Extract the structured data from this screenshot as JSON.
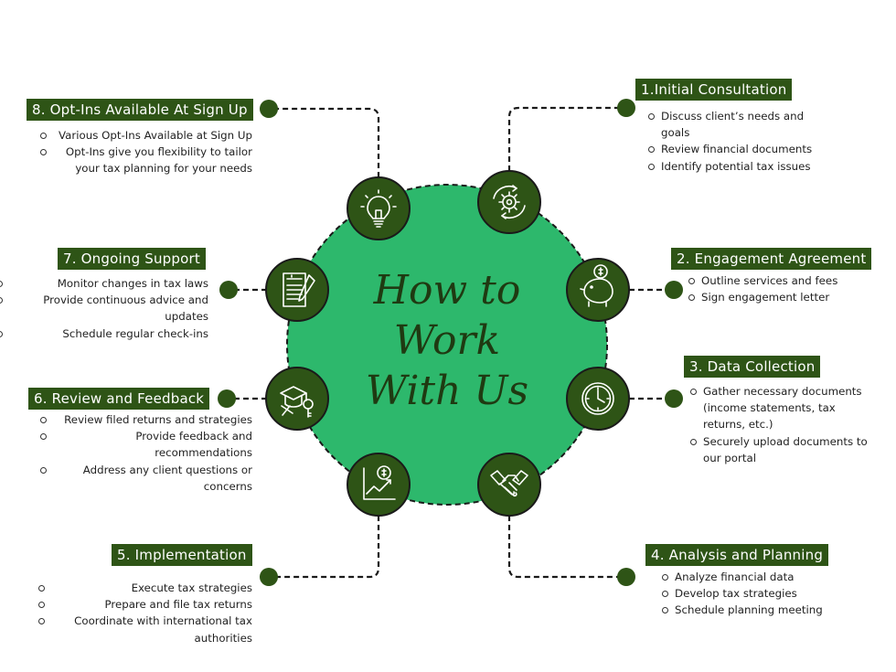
{
  "title": {
    "line1": "How to",
    "line2": "Work",
    "line3": "With Us"
  },
  "colors": {
    "center_fill": "#2db86c",
    "node_fill": "#2e5416",
    "label_bg": "#2e5416",
    "connector": "#1a1a1a"
  },
  "steps": [
    {
      "label": "1.Initial Consultation",
      "icon": "gear-cycle-icon",
      "items": [
        "Discuss client’s needs and goals",
        "Review financial documents",
        "Identify potential tax issues"
      ]
    },
    {
      "label": "2. Engagement Agreement",
      "icon": "piggy-bank-icon",
      "items": [
        "Outline services and fees",
        "Sign engagement letter"
      ]
    },
    {
      "label": "3. Data Collection",
      "icon": "clock-icon",
      "items": [
        "Gather necessary documents (income statements, tax returns, etc.)",
        "Securely upload documents to our portal"
      ]
    },
    {
      "label": "4. Analysis and Planning",
      "icon": "handshake-icon",
      "items": [
        "Analyze financial data",
        "Develop tax strategies",
        "Schedule planning meeting"
      ]
    },
    {
      "label": "5. Implementation",
      "icon": "growth-chart-icon",
      "items": [
        "Execute tax strategies",
        "Prepare and file tax returns",
        "Coordinate with international tax authorities"
      ]
    },
    {
      "label": "6. Review and Feedback",
      "icon": "graduation-key-icon",
      "items": [
        "Review filed returns and strategies",
        "Provide feedback and recommendations",
        "Address any client questions or concerns"
      ]
    },
    {
      "label": "7. Ongoing Support",
      "icon": "invoice-icon",
      "items": [
        "Monitor changes in tax laws",
        "Provide continuous advice and updates",
        "Schedule regular check-ins"
      ]
    },
    {
      "label": "8. Opt-Ins Available At Sign Up",
      "icon": "lightbulb-icon",
      "items": [
        "Various Opt-Ins Available at Sign Up",
        "Opt-Ins give you flexibility to tailor your tax planning for your needs"
      ]
    }
  ]
}
